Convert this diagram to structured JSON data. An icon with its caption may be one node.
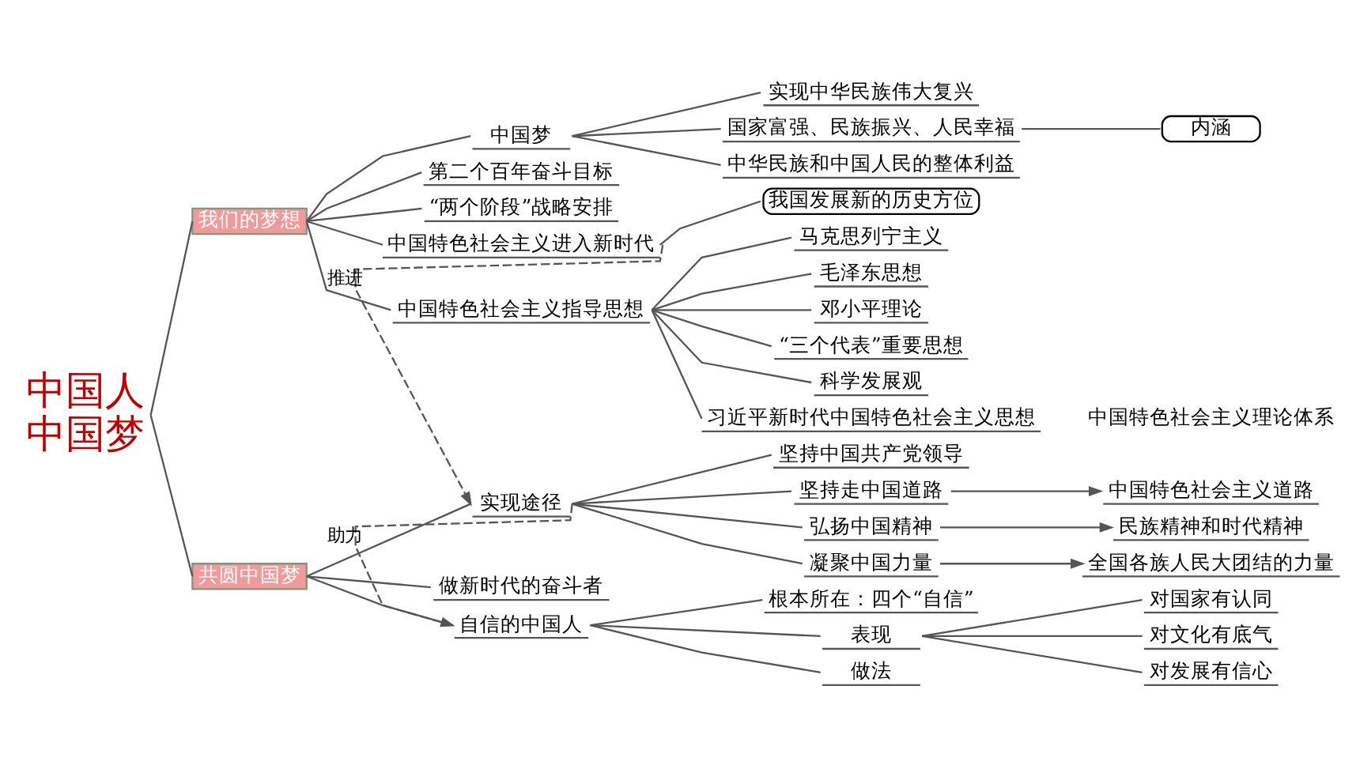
{
  "diagram": {
    "nodes": [
      {
        "text": [
          "中国人",
          "中国梦"
        ]
      },
      {
        "text": [
          "我们的梦想"
        ]
      },
      {
        "text": [
          "中国梦"
        ]
      },
      {
        "text": [
          "实现中华民族伟大复兴"
        ]
      },
      {
        "text": [
          "国家富强、民族振兴、人民幸福"
        ]
      },
      {
        "text": [
          "中华民族和中国人民的整体利益"
        ]
      },
      {
        "text": [
          "内涵"
        ]
      },
      {
        "text": [
          "第二个百年奋斗目标"
        ]
      },
      {
        "text": [
          "“两个阶段”战略安排"
        ]
      },
      {
        "text": [
          "中国特色社会主义进入新时代"
        ]
      },
      {
        "text": [
          "我国发展新的历史方位"
        ]
      },
      {
        "text": [
          "中国特色社会主义指导思想"
        ]
      },
      {
        "text": [
          "马克思列宁主义"
        ]
      },
      {
        "text": [
          "毛泽东思想"
        ]
      },
      {
        "text": [
          "邓小平理论"
        ]
      },
      {
        "text": [
          "“三个代表”重要思想"
        ]
      },
      {
        "text": [
          "科学发展观"
        ]
      },
      {
        "text": [
          "习近平新时代中国特色社会主义思想"
        ]
      },
      {
        "text": [
          "共圆中国梦"
        ]
      },
      {
        "text": [
          "实现途径"
        ]
      },
      {
        "text": [
          "坚持中国共产党领导"
        ]
      },
      {
        "text": [
          "坚持走中国道路"
        ]
      },
      {
        "text": [
          "中国特色社会主义道路"
        ]
      },
      {
        "text": [
          "弘扬中国精神"
        ]
      },
      {
        "text": [
          "民族精神和时代精神"
        ]
      },
      {
        "text": [
          "凝聚中国力量"
        ]
      },
      {
        "text": [
          "全国各族人民大团结的力量"
        ]
      },
      {
        "text": [
          "做新时代的奋斗者"
        ]
      },
      {
        "text": [
          "自信的中国人"
        ]
      },
      {
        "text": [
          "根本所在：四个“自信”"
        ]
      },
      {
        "text": [
          "表现"
        ]
      },
      {
        "text": [
          "对国家有认同"
        ]
      },
      {
        "text": [
          "对文化有底气"
        ]
      },
      {
        "text": [
          "对发展有信心"
        ]
      },
      {
        "text": [
          "做法"
        ]
      }
    ],
    "edges": [
      {
        "from": 0,
        "to": 1,
        "arrow": "none"
      },
      {
        "from": 0,
        "to": 18,
        "arrow": "none"
      },
      {
        "from": 1,
        "to": 2,
        "arrow": "none"
      },
      {
        "from": 2,
        "to": 3,
        "arrow": "none"
      },
      {
        "from": 2,
        "to": 4,
        "arrow": "none"
      },
      {
        "from": 2,
        "to": 5,
        "arrow": "none"
      },
      {
        "from": 4,
        "to": 6,
        "arrow": "none"
      },
      {
        "from": 1,
        "to": 7,
        "arrow": "none"
      },
      {
        "from": 1,
        "to": 8,
        "arrow": "none"
      },
      {
        "from": 1,
        "to": 9,
        "arrow": "none"
      },
      {
        "from": 9,
        "to": 10,
        "arrow": "none"
      },
      {
        "from": 1,
        "to": 11,
        "arrow": "none"
      },
      {
        "from": 11,
        "to": 12,
        "arrow": "none"
      },
      {
        "from": 11,
        "to": 13,
        "arrow": "none"
      },
      {
        "from": 11,
        "to": 14,
        "arrow": "none"
      },
      {
        "from": 11,
        "to": 15,
        "arrow": "none"
      },
      {
        "from": 11,
        "to": 16,
        "arrow": "none"
      },
      {
        "from": 11,
        "to": 17,
        "arrow": "none"
      },
      {
        "from": 9,
        "to": 19,
        "arrow": "to",
        "label": "推进",
        "style": "dashed"
      },
      {
        "from": 19,
        "to": 28,
        "arrow": "to",
        "label": "助力",
        "style": "dashed"
      },
      {
        "from": 18,
        "to": 19,
        "arrow": "none"
      },
      {
        "from": 19,
        "to": 20,
        "arrow": "none"
      },
      {
        "from": 19,
        "to": 21,
        "arrow": "none"
      },
      {
        "from": 21,
        "to": 22,
        "arrow": "to"
      },
      {
        "from": 19,
        "to": 23,
        "arrow": "none"
      },
      {
        "from": 23,
        "to": 24,
        "arrow": "to"
      },
      {
        "from": 19,
        "to": 25,
        "arrow": "none"
      },
      {
        "from": 25,
        "to": 26,
        "arrow": "to"
      },
      {
        "from": 18,
        "to": 27,
        "arrow": "none"
      },
      {
        "from": 18,
        "to": 28,
        "arrow": "none"
      },
      {
        "from": 28,
        "to": 29,
        "arrow": "none"
      },
      {
        "from": 28,
        "to": 30,
        "arrow": "none"
      },
      {
        "from": 30,
        "to": 31,
        "arrow": "none"
      },
      {
        "from": 30,
        "to": 32,
        "arrow": "none"
      },
      {
        "from": 30,
        "to": 33,
        "arrow": "none"
      },
      {
        "from": 28,
        "to": 34,
        "arrow": "none"
      }
    ],
    "labels": [
      "中国特色社会主义理论体系"
    ]
  }
}
